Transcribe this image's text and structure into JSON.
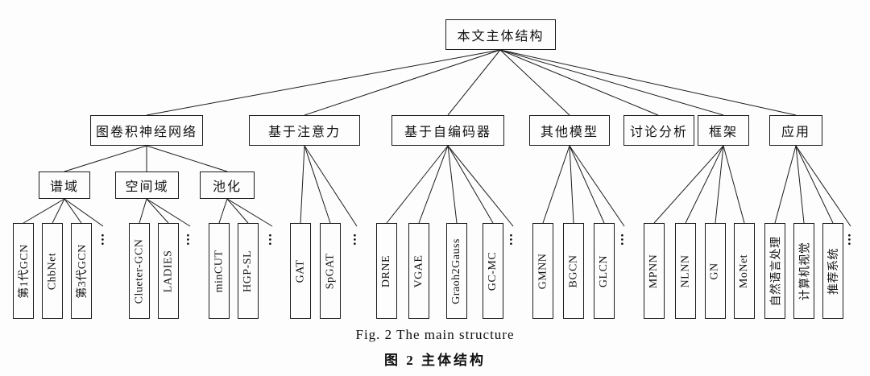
{
  "root": {
    "label": "本文主体结构"
  },
  "branches": [
    {
      "label": "图卷积神经网络",
      "children": [
        {
          "label": "谱域",
          "leaves": [
            "第1代GCN",
            "ChbNet",
            "第3代GCN"
          ],
          "more": "..."
        },
        {
          "label": "空间域",
          "leaves": [
            "Clueter-GCN",
            "LADIES"
          ],
          "more": "..."
        },
        {
          "label": "池化",
          "leaves": [
            "minCUT",
            "HGP-SL"
          ],
          "more": "..."
        }
      ]
    },
    {
      "label": "基于注意力",
      "leaves": [
        "GAT",
        "SpGAT"
      ],
      "more": "..."
    },
    {
      "label": "基于自编码器",
      "leaves": [
        "DRNE",
        "VGAE",
        "Graoh2Gauss",
        "GC-MC"
      ],
      "more": "..."
    },
    {
      "label": "其他模型",
      "leaves": [
        "GMNN",
        "BGCN",
        "GLCN"
      ],
      "more": "..."
    },
    {
      "label": "讨论分析"
    },
    {
      "label": "框架",
      "leaves": [
        "MPNN",
        "NLNN",
        "GN",
        "MoNet"
      ]
    },
    {
      "label": "应用",
      "leaves": [
        "自然语言处理",
        "计算机视觉",
        "推荐系统"
      ],
      "more": "..."
    }
  ],
  "caption": {
    "en": "Fig. 2   The main structure",
    "zh": "图 2   主体结构"
  },
  "colors": {
    "line": "#1c1c1c",
    "background": "#fdfdfd"
  }
}
